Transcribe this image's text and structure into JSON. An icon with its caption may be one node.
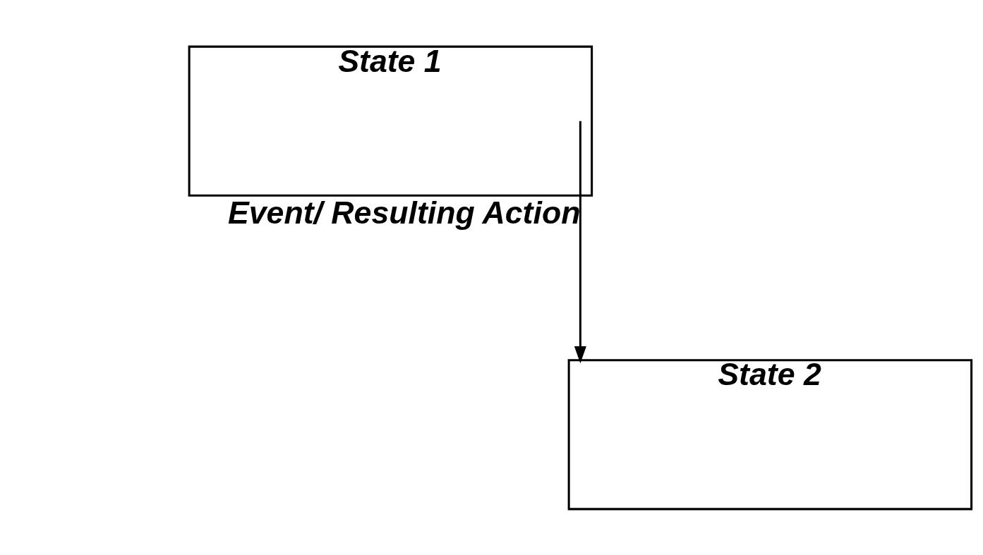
{
  "diagram": {
    "nodes": [
      {
        "text": [
          "State 1"
        ]
      },
      {
        "text": [
          "State 2"
        ]
      }
    ],
    "edges": [
      {
        "from": 0,
        "to": 1,
        "arrow": "to",
        "label": "Event/ Resulting Action"
      }
    ]
  }
}
